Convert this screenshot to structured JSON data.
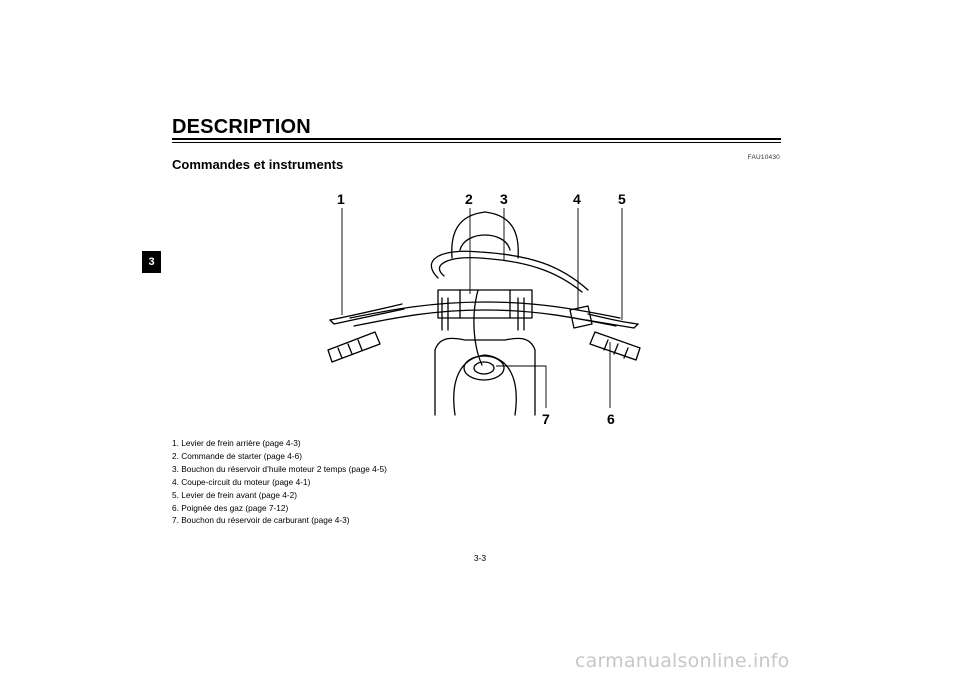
{
  "header": {
    "title": "DESCRIPTION",
    "code": "FAU10430",
    "section_heading": "Commandes et instruments",
    "chapter_tab": "3"
  },
  "figure": {
    "callouts": [
      "1",
      "2",
      "3",
      "4",
      "5",
      "6",
      "7"
    ]
  },
  "legend": [
    "1.  Levier de frein arrière (page 4-3)",
    "2.  Commande de starter (page 4-6)",
    "3.  Bouchon du réservoir d’huile moteur 2 temps (page 4-5)",
    "4.  Coupe-circuit du moteur (page 4-1)",
    "5.  Levier de frein avant (page 4-2)",
    "6.  Poignée des gaz (page 7-12)",
    "7.  Bouchon du réservoir de carburant (page 4-3)"
  ],
  "footer": {
    "page_number": "3-3",
    "watermark": "carmanualsonline.info"
  }
}
